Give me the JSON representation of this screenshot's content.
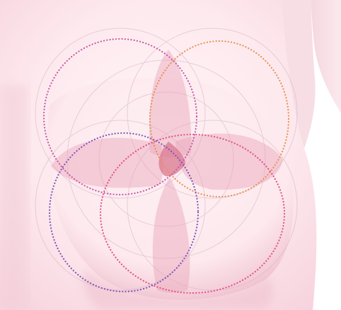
{
  "diagram": {
    "background_color": "#ffffff",
    "skin_colors": {
      "light": "#fde9ee",
      "mid": "#f7d3dd",
      "shadow": "#efc1cf",
      "highlight": "#fff4f7"
    },
    "overlap_fill_color": "#e9a3b8",
    "center_overlap_color": "#d9778f",
    "outlines": [
      {
        "name": "upper-left-ellipse",
        "color": "#c85aa6"
      },
      {
        "name": "upper-right-ellipse",
        "color": "#e99152"
      },
      {
        "name": "lower-left-ellipse",
        "color": "#7e57b8"
      },
      {
        "name": "lower-right-ellipse",
        "color": "#e3508a"
      }
    ],
    "guide_circle_color": "#d7b2c4"
  }
}
